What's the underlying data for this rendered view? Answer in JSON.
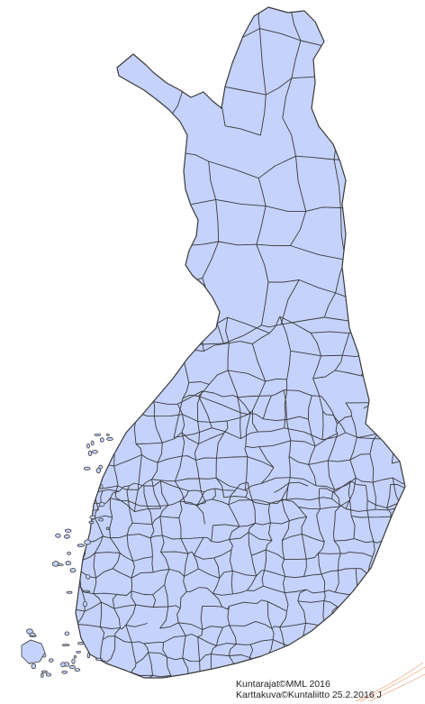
{
  "map": {
    "country": "Finland",
    "subject": "municipal boundaries",
    "fill_color": "#c5d2fb",
    "border_color": "#3a3a3a",
    "credits": [
      "Kuntarajat©MML 2016",
      "Karttakuva©Kuntaliitto 25.2.2016 J"
    ]
  }
}
